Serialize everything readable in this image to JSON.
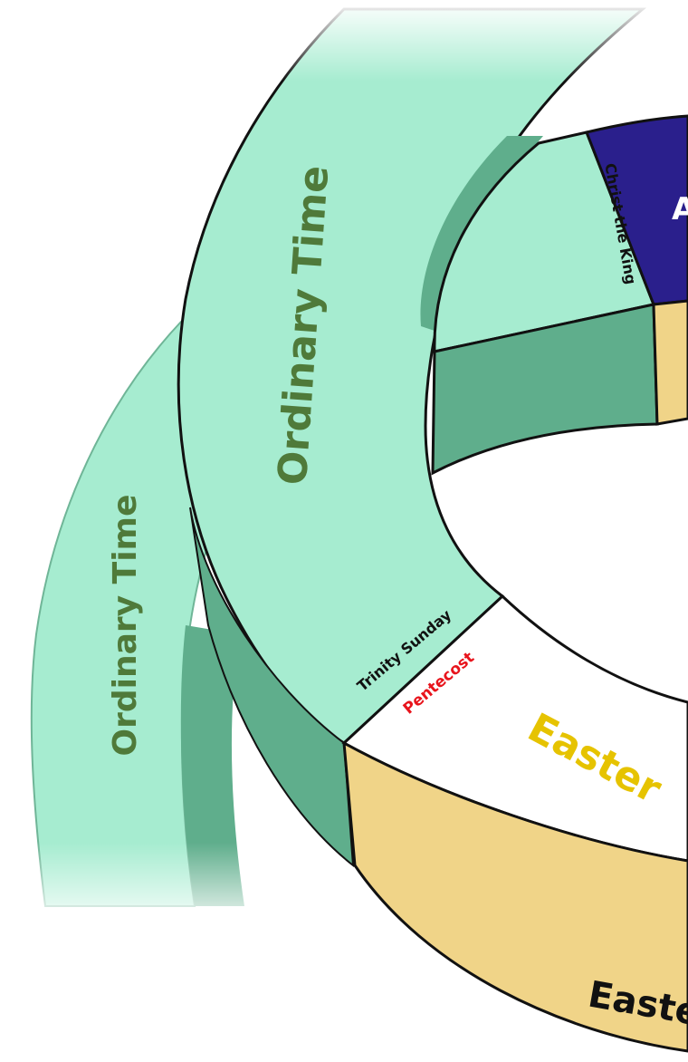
{
  "diagram": {
    "labels": {
      "ordinary_time_outer": "Ordinary Time",
      "ordinary_time_inner": "Ordinary Time",
      "christ_the_king": "Christ the King",
      "advent_partial": "A",
      "trinity_sunday": "Trinity Sunday",
      "pentecost": "Pentecost",
      "easter_top": "Easter",
      "easter_band": "Easter"
    },
    "colors": {
      "ordinary_fill": "#a6ecd0",
      "ordinary_dark": "#5fae8c",
      "ordinary_text": "#4f7a3a",
      "advent_fill": "#2a1f8c",
      "easter_fill": "#f0d488",
      "easter_text": "#e6c300",
      "pentecost_text": "#e8141c",
      "outline": "#111111",
      "label_dark": "#111111",
      "white": "#ffffff"
    }
  }
}
